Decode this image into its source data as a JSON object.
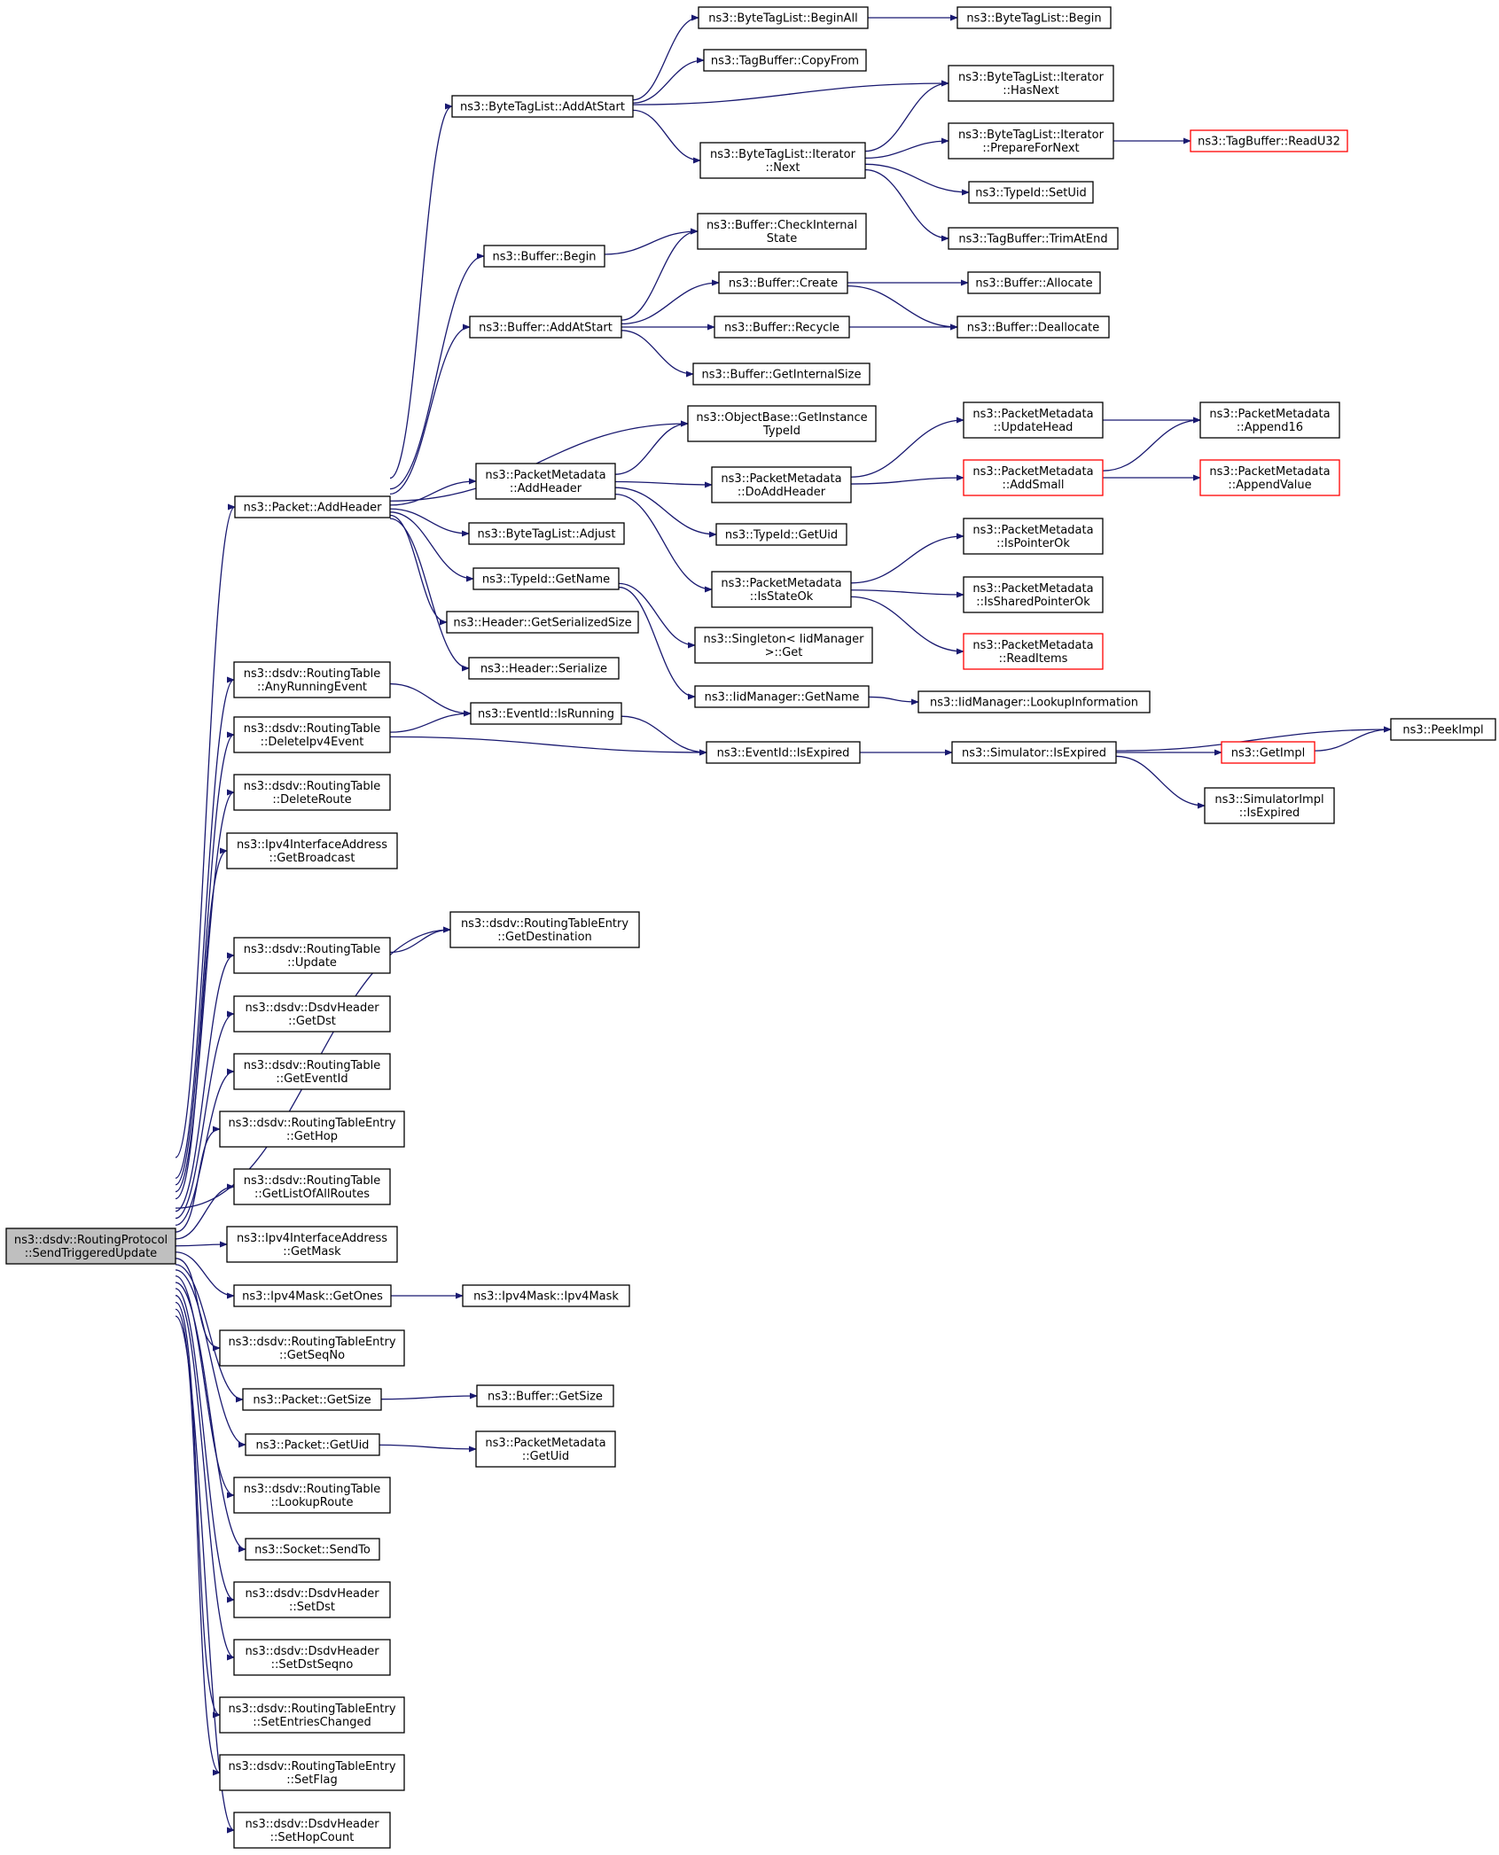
{
  "colors": {
    "edge": "#191970",
    "node_border": "#000000",
    "node_border_truncated": "#ff0000",
    "root_fill": "#bfbfbf",
    "background": "#ffffff"
  },
  "nodes": [
    {
      "id": "root",
      "lines": [
        "ns3::dsdv::RoutingProtocol",
        "::SendTriggeredUpdate"
      ],
      "style": "root"
    },
    {
      "id": "bt_beginall",
      "lines": [
        "ns3::ByteTagList::BeginAll"
      ]
    },
    {
      "id": "bt_begin",
      "lines": [
        "ns3::ByteTagList::Begin"
      ]
    },
    {
      "id": "tb_copyfrom",
      "lines": [
        "ns3::TagBuffer::CopyFrom"
      ]
    },
    {
      "id": "bt_addatstart",
      "lines": [
        "ns3::ByteTagList::AddAtStart"
      ]
    },
    {
      "id": "bti_hasnext",
      "lines": [
        "ns3::ByteTagList::Iterator",
        "::HasNext"
      ]
    },
    {
      "id": "bti_preparefornext",
      "lines": [
        "ns3::ByteTagList::Iterator",
        "::PrepareForNext"
      ]
    },
    {
      "id": "tb_readu32",
      "lines": [
        "ns3::TagBuffer::ReadU32"
      ],
      "style": "red"
    },
    {
      "id": "bti_next",
      "lines": [
        "ns3::ByteTagList::Iterator",
        "::Next"
      ]
    },
    {
      "id": "tid_setuid",
      "lines": [
        "ns3::TypeId::SetUid"
      ]
    },
    {
      "id": "b_checkinternal",
      "lines": [
        "ns3::Buffer::CheckInternal",
        "State"
      ]
    },
    {
      "id": "tb_trimatend",
      "lines": [
        "ns3::TagBuffer::TrimAtEnd"
      ]
    },
    {
      "id": "b_begin",
      "lines": [
        "ns3::Buffer::Begin"
      ]
    },
    {
      "id": "b_create",
      "lines": [
        "ns3::Buffer::Create"
      ]
    },
    {
      "id": "b_allocate",
      "lines": [
        "ns3::Buffer::Allocate"
      ]
    },
    {
      "id": "b_addatstart",
      "lines": [
        "ns3::Buffer::AddAtStart"
      ]
    },
    {
      "id": "b_recycle",
      "lines": [
        "ns3::Buffer::Recycle"
      ]
    },
    {
      "id": "b_deallocate",
      "lines": [
        "ns3::Buffer::Deallocate"
      ]
    },
    {
      "id": "b_getinternalsize",
      "lines": [
        "ns3::Buffer::GetInternalSize"
      ]
    },
    {
      "id": "ob_getinstancetypeid",
      "lines": [
        "ns3::ObjectBase::GetInstance",
        "TypeId"
      ]
    },
    {
      "id": "pm_updatehead",
      "lines": [
        "ns3::PacketMetadata",
        "::UpdateHead"
      ]
    },
    {
      "id": "pm_append16",
      "lines": [
        "ns3::PacketMetadata",
        "::Append16"
      ]
    },
    {
      "id": "pm_addheader",
      "lines": [
        "ns3::PacketMetadata",
        "::AddHeader"
      ]
    },
    {
      "id": "pm_doaddheader",
      "lines": [
        "ns3::PacketMetadata",
        "::DoAddHeader"
      ]
    },
    {
      "id": "pm_addsmall",
      "lines": [
        "ns3::PacketMetadata",
        "::AddSmall"
      ],
      "style": "red"
    },
    {
      "id": "pm_appendvalue",
      "lines": [
        "ns3::PacketMetadata",
        "::AppendValue"
      ],
      "style": "red"
    },
    {
      "id": "p_addheader",
      "lines": [
        "ns3::Packet::AddHeader"
      ]
    },
    {
      "id": "bt_adjust",
      "lines": [
        "ns3::ByteTagList::Adjust"
      ]
    },
    {
      "id": "tid_getuid",
      "lines": [
        "ns3::TypeId::GetUid"
      ]
    },
    {
      "id": "pm_ispointerok",
      "lines": [
        "ns3::PacketMetadata",
        "::IsPointerOk"
      ]
    },
    {
      "id": "tid_getname",
      "lines": [
        "ns3::TypeId::GetName"
      ]
    },
    {
      "id": "pm_isstateok",
      "lines": [
        "ns3::PacketMetadata",
        "::IsStateOk"
      ]
    },
    {
      "id": "pm_issharedpointerok",
      "lines": [
        "ns3::PacketMetadata",
        "::IsSharedPointerOk"
      ]
    },
    {
      "id": "h_getserializedsize",
      "lines": [
        "ns3::Header::GetSerializedSize"
      ]
    },
    {
      "id": "singleton_get",
      "lines": [
        "ns3::Singleton< IidManager",
        ">::Get"
      ]
    },
    {
      "id": "pm_readitems",
      "lines": [
        "ns3::PacketMetadata",
        "::ReadItems"
      ],
      "style": "red"
    },
    {
      "id": "h_serialize",
      "lines": [
        "ns3::Header::Serialize"
      ]
    },
    {
      "id": "rt_anyrunningevent",
      "lines": [
        "ns3::dsdv::RoutingTable",
        "::AnyRunningEvent"
      ]
    },
    {
      "id": "iid_getname",
      "lines": [
        "ns3::IidManager::GetName"
      ]
    },
    {
      "id": "iid_lookupinformation",
      "lines": [
        "ns3::IidManager::LookupInformation"
      ]
    },
    {
      "id": "eid_isrunning",
      "lines": [
        "ns3::EventId::IsRunning"
      ]
    },
    {
      "id": "peekimpl",
      "lines": [
        "ns3::PeekImpl"
      ]
    },
    {
      "id": "rt_deleteipv4event",
      "lines": [
        "ns3::dsdv::RoutingTable",
        "::DeleteIpv4Event"
      ]
    },
    {
      "id": "eid_isexpired",
      "lines": [
        "ns3::EventId::IsExpired"
      ]
    },
    {
      "id": "sim_isexpired",
      "lines": [
        "ns3::Simulator::IsExpired"
      ]
    },
    {
      "id": "getimpl",
      "lines": [
        "ns3::GetImpl"
      ],
      "style": "red"
    },
    {
      "id": "rt_deleteroute",
      "lines": [
        "ns3::dsdv::RoutingTable",
        "::DeleteRoute"
      ]
    },
    {
      "id": "simimpl_isexpired",
      "lines": [
        "ns3::SimulatorImpl",
        "::IsExpired"
      ]
    },
    {
      "id": "ipv4ia_getbroadcast",
      "lines": [
        "ns3::Ipv4InterfaceAddress",
        "::GetBroadcast"
      ]
    },
    {
      "id": "rte_getdestination",
      "lines": [
        "ns3::dsdv::RoutingTableEntry",
        "::GetDestination"
      ]
    },
    {
      "id": "rt_update",
      "lines": [
        "ns3::dsdv::RoutingTable",
        "::Update"
      ]
    },
    {
      "id": "dh_getdst",
      "lines": [
        "ns3::dsdv::DsdvHeader",
        "::GetDst"
      ]
    },
    {
      "id": "rt_geteventid",
      "lines": [
        "ns3::dsdv::RoutingTable",
        "::GetEventId"
      ]
    },
    {
      "id": "rte_gethop",
      "lines": [
        "ns3::dsdv::RoutingTableEntry",
        "::GetHop"
      ]
    },
    {
      "id": "rt_getlistofallroutes",
      "lines": [
        "ns3::dsdv::RoutingTable",
        "::GetListOfAllRoutes"
      ]
    },
    {
      "id": "ipv4ia_getmask",
      "lines": [
        "ns3::Ipv4InterfaceAddress",
        "::GetMask"
      ]
    },
    {
      "id": "ipv4mask_getones",
      "lines": [
        "ns3::Ipv4Mask::GetOnes"
      ]
    },
    {
      "id": "ipv4mask_ipv4mask",
      "lines": [
        "ns3::Ipv4Mask::Ipv4Mask"
      ]
    },
    {
      "id": "rte_getseqno",
      "lines": [
        "ns3::dsdv::RoutingTableEntry",
        "::GetSeqNo"
      ]
    },
    {
      "id": "p_getsize",
      "lines": [
        "ns3::Packet::GetSize"
      ]
    },
    {
      "id": "b_getsize",
      "lines": [
        "ns3::Buffer::GetSize"
      ]
    },
    {
      "id": "p_getuid",
      "lines": [
        "ns3::Packet::GetUid"
      ]
    },
    {
      "id": "pm_getuid",
      "lines": [
        "ns3::PacketMetadata",
        "::GetUid"
      ]
    },
    {
      "id": "rt_lookuproute",
      "lines": [
        "ns3::dsdv::RoutingTable",
        "::LookupRoute"
      ]
    },
    {
      "id": "socket_sendto",
      "lines": [
        "ns3::Socket::SendTo"
      ]
    },
    {
      "id": "dh_setdst",
      "lines": [
        "ns3::dsdv::DsdvHeader",
        "::SetDst"
      ]
    },
    {
      "id": "dh_setdstseqno",
      "lines": [
        "ns3::dsdv::DsdvHeader",
        "::SetDstSeqno"
      ]
    },
    {
      "id": "rte_setentrieschanged",
      "lines": [
        "ns3::dsdv::RoutingTableEntry",
        "::SetEntriesChanged"
      ]
    },
    {
      "id": "rte_setflag",
      "lines": [
        "ns3::dsdv::RoutingTableEntry",
        "::SetFlag"
      ]
    },
    {
      "id": "dh_sethopcount",
      "lines": [
        "ns3::dsdv::DsdvHeader",
        "::SetHopCount"
      ]
    }
  ],
  "edges": [
    [
      "root",
      "p_addheader"
    ],
    [
      "root",
      "rt_anyrunningevent"
    ],
    [
      "root",
      "rt_deleteipv4event"
    ],
    [
      "root",
      "rt_deleteroute"
    ],
    [
      "root",
      "ipv4ia_getbroadcast"
    ],
    [
      "root",
      "rte_getdestination"
    ],
    [
      "root",
      "rt_update"
    ],
    [
      "root",
      "dh_getdst"
    ],
    [
      "root",
      "rt_geteventid"
    ],
    [
      "root",
      "rte_gethop"
    ],
    [
      "root",
      "rt_getlistofallroutes"
    ],
    [
      "root",
      "ipv4ia_getmask"
    ],
    [
      "root",
      "ipv4mask_getones"
    ],
    [
      "root",
      "rte_getseqno"
    ],
    [
      "root",
      "p_getsize"
    ],
    [
      "root",
      "p_getuid"
    ],
    [
      "root",
      "rt_lookuproute"
    ],
    [
      "root",
      "socket_sendto"
    ],
    [
      "root",
      "dh_setdst"
    ],
    [
      "root",
      "dh_setdstseqno"
    ],
    [
      "root",
      "rte_setentrieschanged"
    ],
    [
      "root",
      "rte_setflag"
    ],
    [
      "root",
      "dh_sethopcount"
    ],
    [
      "p_addheader",
      "bt_addatstart"
    ],
    [
      "p_addheader",
      "b_begin"
    ],
    [
      "p_addheader",
      "b_addatstart"
    ],
    [
      "p_addheader",
      "ob_getinstancetypeid"
    ],
    [
      "p_addheader",
      "pm_addheader"
    ],
    [
      "p_addheader",
      "bt_adjust"
    ],
    [
      "p_addheader",
      "tid_getname"
    ],
    [
      "p_addheader",
      "h_getserializedsize"
    ],
    [
      "p_addheader",
      "h_serialize"
    ],
    [
      "bt_addatstart",
      "bt_beginall"
    ],
    [
      "bt_addatstart",
      "tb_copyfrom"
    ],
    [
      "bt_addatstart",
      "bti_hasnext"
    ],
    [
      "bt_addatstart",
      "bti_next"
    ],
    [
      "bt_beginall",
      "bt_begin"
    ],
    [
      "bti_next",
      "bti_hasnext"
    ],
    [
      "bti_next",
      "bti_preparefornext"
    ],
    [
      "bti_next",
      "tid_setuid"
    ],
    [
      "bti_next",
      "tb_trimatend"
    ],
    [
      "bti_preparefornext",
      "tb_readu32"
    ],
    [
      "b_begin",
      "b_checkinternal"
    ],
    [
      "b_addatstart",
      "b_checkinternal"
    ],
    [
      "b_addatstart",
      "b_create"
    ],
    [
      "b_addatstart",
      "b_recycle"
    ],
    [
      "b_addatstart",
      "b_getinternalsize"
    ],
    [
      "b_create",
      "b_allocate"
    ],
    [
      "b_create",
      "b_deallocate"
    ],
    [
      "b_recycle",
      "b_deallocate"
    ],
    [
      "pm_addheader",
      "ob_getinstancetypeid"
    ],
    [
      "pm_addheader",
      "pm_doaddheader"
    ],
    [
      "pm_addheader",
      "tid_getuid"
    ],
    [
      "pm_addheader",
      "pm_isstateok"
    ],
    [
      "pm_doaddheader",
      "pm_updatehead"
    ],
    [
      "pm_doaddheader",
      "pm_addsmall"
    ],
    [
      "pm_updatehead",
      "pm_append16"
    ],
    [
      "pm_addsmall",
      "pm_append16"
    ],
    [
      "pm_addsmall",
      "pm_appendvalue"
    ],
    [
      "pm_isstateok",
      "pm_ispointerok"
    ],
    [
      "pm_isstateok",
      "pm_issharedpointerok"
    ],
    [
      "pm_isstateok",
      "pm_readitems"
    ],
    [
      "tid_getname",
      "singleton_get"
    ],
    [
      "tid_getname",
      "iid_getname"
    ],
    [
      "iid_getname",
      "iid_lookupinformation"
    ],
    [
      "rt_anyrunningevent",
      "eid_isrunning"
    ],
    [
      "rt_deleteipv4event",
      "eid_isrunning"
    ],
    [
      "rt_deleteipv4event",
      "eid_isexpired"
    ],
    [
      "eid_isrunning",
      "eid_isexpired"
    ],
    [
      "eid_isexpired",
      "sim_isexpired"
    ],
    [
      "sim_isexpired",
      "peekimpl"
    ],
    [
      "sim_isexpired",
      "getimpl"
    ],
    [
      "sim_isexpired",
      "simimpl_isexpired"
    ],
    [
      "getimpl",
      "peekimpl"
    ],
    [
      "rt_update",
      "rte_getdestination"
    ],
    [
      "ipv4mask_getones",
      "ipv4mask_ipv4mask"
    ],
    [
      "p_getsize",
      "b_getsize"
    ],
    [
      "p_getuid",
      "pm_getuid"
    ]
  ]
}
